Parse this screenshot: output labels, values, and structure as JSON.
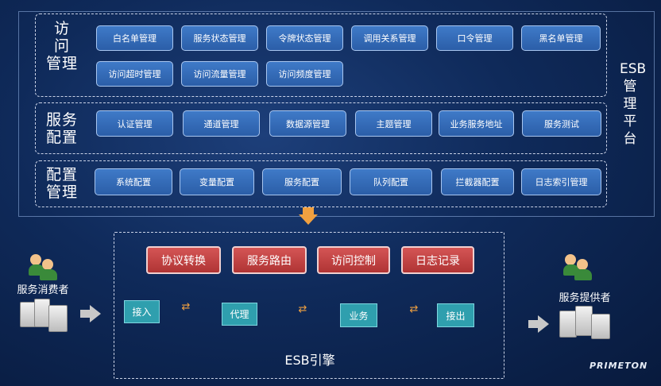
{
  "platform": {
    "label": "ESB管理平台",
    "sections": [
      {
        "label_line1": "访",
        "label_line2": "问",
        "label_line3": "管理",
        "buttons": [
          "白名单管理",
          "服务状态管理",
          "令牌状态管理",
          "调用关系管理",
          "口令管理",
          "黑名单管理",
          "访问超时管理",
          "访问流量管理",
          "访问频度管理"
        ]
      },
      {
        "label_line1": "服务",
        "label_line2": "配置",
        "buttons": [
          "认证管理",
          "通道管理",
          "数据源管理",
          "主题管理",
          "业务服务地址",
          "服务测试"
        ]
      },
      {
        "label_line1": "配置",
        "label_line2": "管理",
        "buttons": [
          "系统配置",
          "变量配置",
          "服务配置",
          "队列配置",
          "拦截器配置",
          "日志索引管理"
        ]
      }
    ]
  },
  "engine": {
    "label": "ESB引擎",
    "functions": [
      "协议转换",
      "服务路由",
      "访问控制",
      "日志记录"
    ],
    "pipeline": [
      "接入",
      "代理",
      "业务",
      "接出"
    ]
  },
  "consumer": {
    "label": "服务消费者"
  },
  "provider": {
    "label": "服务提供者"
  },
  "brand": {
    "logo": "PRIMETON"
  },
  "colors": {
    "accent_arrow": "#f0a040",
    "function_red": "#c44444",
    "pipeline_teal": "#2f9fae"
  }
}
